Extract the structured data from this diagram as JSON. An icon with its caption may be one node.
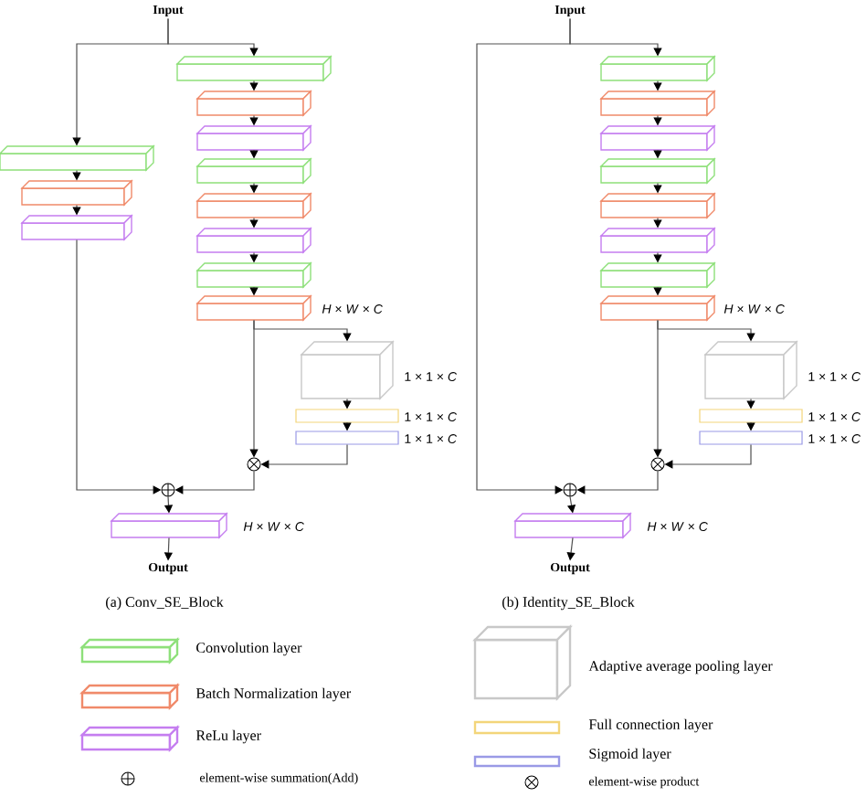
{
  "diagram": {
    "nodes": [
      {
        "text": [
          "Input"
        ]
      },
      {
        "text": [],
        "shape": "box"
      },
      {
        "text": [],
        "shape": "box"
      },
      {
        "text": [],
        "shape": "box"
      },
      {
        "text": [],
        "shape": "box"
      },
      {
        "text": [],
        "shape": "box"
      },
      {
        "text": [],
        "shape": "box"
      },
      {
        "text": [],
        "shape": "box"
      },
      {
        "text": [],
        "shape": "box",
        "beside": [
          "*H* × *W* × *C*"
        ]
      },
      {
        "text": [],
        "shape": "box"
      },
      {
        "text": [],
        "shape": "box"
      },
      {
        "text": [],
        "shape": "box"
      },
      {
        "text": [],
        "shape": "box",
        "beside": [
          "1 × 1 × *C*"
        ]
      },
      {
        "text": [],
        "shape": "bar",
        "beside": [
          "1 × 1 × *C*"
        ]
      },
      {
        "text": [],
        "shape": "bar",
        "beside": [
          "1 × 1 × *C*"
        ]
      },
      {
        "text": [],
        "shape": "circle"
      },
      {
        "text": [],
        "shape": "circle"
      },
      {
        "text": [],
        "shape": "box",
        "beside": [
          "*H* × *W* × *C*"
        ]
      },
      {
        "text": [
          "Output"
        ]
      },
      {
        "text": [
          "Input"
        ]
      },
      {
        "text": [],
        "shape": "box"
      },
      {
        "text": [],
        "shape": "box"
      },
      {
        "text": [],
        "shape": "box"
      },
      {
        "text": [],
        "shape": "box"
      },
      {
        "text": [],
        "shape": "box"
      },
      {
        "text": [],
        "shape": "box"
      },
      {
        "text": [],
        "shape": "box"
      },
      {
        "text": [],
        "shape": "box",
        "beside": [
          "*H* × *W* × *C*"
        ]
      },
      {
        "text": [],
        "shape": "box",
        "beside": [
          "1 × 1 × *C*"
        ]
      },
      {
        "text": [],
        "shape": "bar",
        "beside": [
          "1 × 1 × *C*"
        ]
      },
      {
        "text": [],
        "shape": "bar",
        "beside": [
          "1 × 1 × *C*"
        ]
      },
      {
        "text": [],
        "shape": "circle"
      },
      {
        "text": [],
        "shape": "circle"
      },
      {
        "text": [],
        "shape": "box",
        "beside": [
          "*H* × *W* × *C*"
        ]
      },
      {
        "text": [
          "Output"
        ]
      }
    ],
    "edges": [
      {
        "from": 0,
        "to": 1,
        "arrow": "to"
      },
      {
        "from": 0,
        "to": 9,
        "arrow": "to"
      },
      {
        "from": 1,
        "to": 2,
        "arrow": "to"
      },
      {
        "from": 2,
        "to": 3,
        "arrow": "to"
      },
      {
        "from": 3,
        "to": 4,
        "arrow": "to"
      },
      {
        "from": 4,
        "to": 5,
        "arrow": "to"
      },
      {
        "from": 5,
        "to": 6,
        "arrow": "to"
      },
      {
        "from": 6,
        "to": 7,
        "arrow": "to"
      },
      {
        "from": 7,
        "to": 8,
        "arrow": "to"
      },
      {
        "from": 9,
        "to": 10,
        "arrow": "to"
      },
      {
        "from": 10,
        "to": 11,
        "arrow": "to"
      },
      {
        "from": 11,
        "to": 16,
        "arrow": "to"
      },
      {
        "from": 8,
        "to": 12,
        "arrow": "to"
      },
      {
        "from": 8,
        "to": 15,
        "arrow": "to"
      },
      {
        "from": 12,
        "to": 13,
        "arrow": "to"
      },
      {
        "from": 13,
        "to": 14,
        "arrow": "to"
      },
      {
        "from": 14,
        "to": 15,
        "arrow": "to"
      },
      {
        "from": 15,
        "to": 16,
        "arrow": "to"
      },
      {
        "from": 16,
        "to": 17,
        "arrow": "to"
      },
      {
        "from": 17,
        "to": 18,
        "arrow": "to"
      },
      {
        "from": 19,
        "to": 20,
        "arrow": "to"
      },
      {
        "from": 19,
        "to": 32,
        "arrow": "to"
      },
      {
        "from": 20,
        "to": 21,
        "arrow": "to"
      },
      {
        "from": 21,
        "to": 22,
        "arrow": "to"
      },
      {
        "from": 22,
        "to": 23,
        "arrow": "to"
      },
      {
        "from": 23,
        "to": 24,
        "arrow": "to"
      },
      {
        "from": 24,
        "to": 25,
        "arrow": "to"
      },
      {
        "from": 25,
        "to": 26,
        "arrow": "to"
      },
      {
        "from": 26,
        "to": 27,
        "arrow": "to"
      },
      {
        "from": 27,
        "to": 28,
        "arrow": "to"
      },
      {
        "from": 27,
        "to": 31,
        "arrow": "to"
      },
      {
        "from": 28,
        "to": 29,
        "arrow": "to"
      },
      {
        "from": 29,
        "to": 30,
        "arrow": "to"
      },
      {
        "from": 30,
        "to": 31,
        "arrow": "to"
      },
      {
        "from": 31,
        "to": 32,
        "arrow": "to"
      },
      {
        "from": 32,
        "to": 33,
        "arrow": "to"
      },
      {
        "from": 33,
        "to": 34,
        "arrow": "to"
      }
    ],
    "labels": [
      "(a) Conv_SE_Block",
      "(b) Identity_SE_Block"
    ],
    "legend": [
      {
        "text": "Convolution layer",
        "color": "#8ee07a"
      },
      {
        "text": "Batch Normalization layer",
        "color": "#f08a6a"
      },
      {
        "text": "ReLu layer",
        "color": "#c57ef0"
      },
      {
        "text": "element-wise summation(Add)"
      },
      {
        "text": "Adaptive average pooling layer",
        "color": "#c8c8c8"
      },
      {
        "text": "Full connection layer",
        "color": "#f3d57a"
      },
      {
        "text": "Sigmoid layer",
        "color": "#9a9ae6"
      },
      {
        "text": "element-wise product"
      }
    ]
  }
}
